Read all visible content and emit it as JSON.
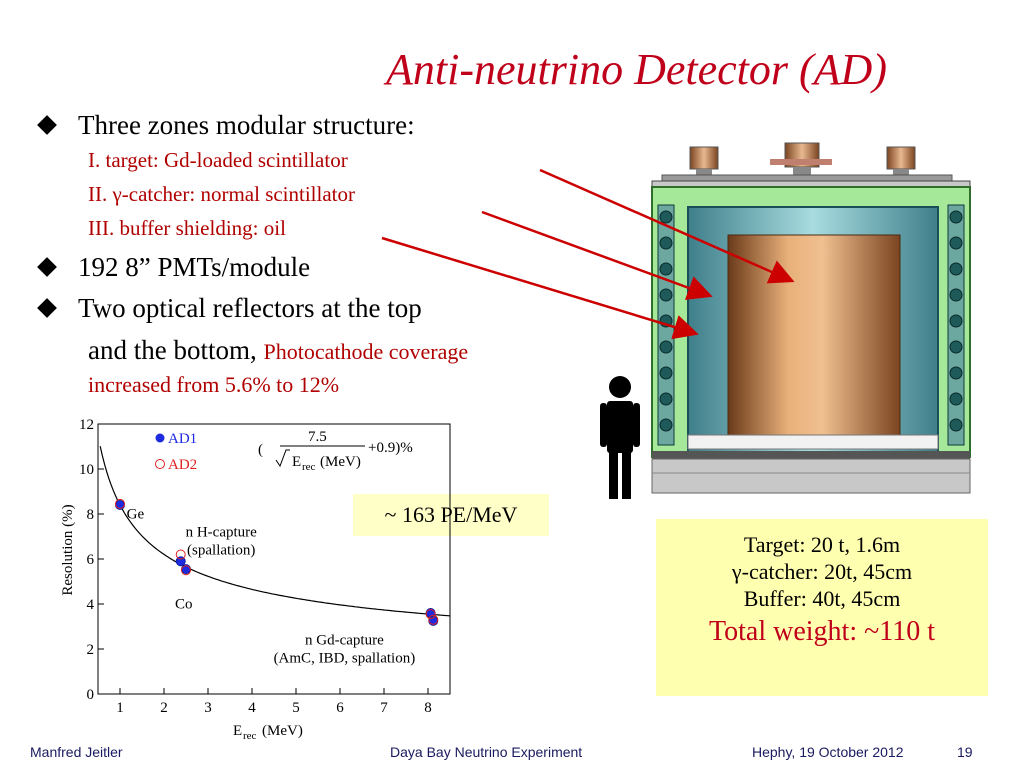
{
  "slide": {
    "title": "Anti-neutrino Detector (AD)",
    "bullets": [
      "Three zones modular structure:",
      "192 8” PMTs/module",
      "Two optical reflectors at the top"
    ],
    "bullet3_line2": "and the bottom,",
    "bullet3_red1": "Photocathode coverage",
    "bullet3_red2": "increased from 5.6% to 12%",
    "zones": [
      "I.   target: Gd-loaded scintillator",
      "II.  γ-catcher: normal scintillator",
      "III. buffer shielding: oil"
    ],
    "pe_box": "~ 163 PE/MeV",
    "spec_box": {
      "lines": [
        "Target: 20 t, 1.6m",
        "γ-catcher: 20t, 45cm",
        "Buffer: 40t, 45cm"
      ],
      "total": "Total weight: ~110 t"
    },
    "footer": {
      "author": "Manfred Jeitler",
      "center": "Daya Bay Neutrino Experiment",
      "date": "Hephy, 19 October 2012",
      "page": "19"
    },
    "colors": {
      "title": "#c0001a",
      "sub": "#b00000",
      "pe_box_bg": "#ffffc8",
      "spec_box_bg": "#ffffb0"
    }
  },
  "chart_data": {
    "type": "scatter",
    "xlabel_main": "E",
    "xlabel_sub": "rec",
    "xlabel_unit": "(MeV)",
    "ylabel": "Resolution (%)",
    "xlim": [
      0.5,
      8.5
    ],
    "ylim": [
      0,
      12
    ],
    "x_ticks": [
      1,
      2,
      3,
      4,
      5,
      6,
      7,
      8
    ],
    "y_ticks": [
      0,
      2,
      4,
      6,
      8,
      10,
      12
    ],
    "formula": {
      "num": "7.5",
      "den_main": "E",
      "den_sub": "rec",
      "den_unit": "(MeV)",
      "open": "(",
      "tail": "+0.9)%"
    },
    "series": [
      {
        "name": "AD1",
        "marker": "filled",
        "x": [
          1.0,
          2.38,
          2.5,
          8.06,
          8.12
        ],
        "y": [
          8.4,
          5.9,
          5.55,
          3.6,
          3.25
        ]
      },
      {
        "name": "AD2",
        "marker": "open",
        "x": [
          1.0,
          2.38,
          2.5,
          8.06,
          8.12
        ],
        "y": [
          8.45,
          6.2,
          5.5,
          3.55,
          3.3
        ]
      }
    ],
    "annotations": [
      {
        "text": "Ge",
        "x": 1.35,
        "y": 7.8
      },
      {
        "text": "n H-capture",
        "x": 3.3,
        "y": 7.0
      },
      {
        "text": "(spallation)",
        "x": 3.3,
        "y": 6.2
      },
      {
        "text": "Co",
        "x": 2.45,
        "y": 3.8
      },
      {
        "text": "n Gd-capture",
        "x": 6.1,
        "y": 2.2
      },
      {
        "text": "(AmC, IBD, spallation)",
        "x": 6.1,
        "y": 1.4
      }
    ]
  }
}
